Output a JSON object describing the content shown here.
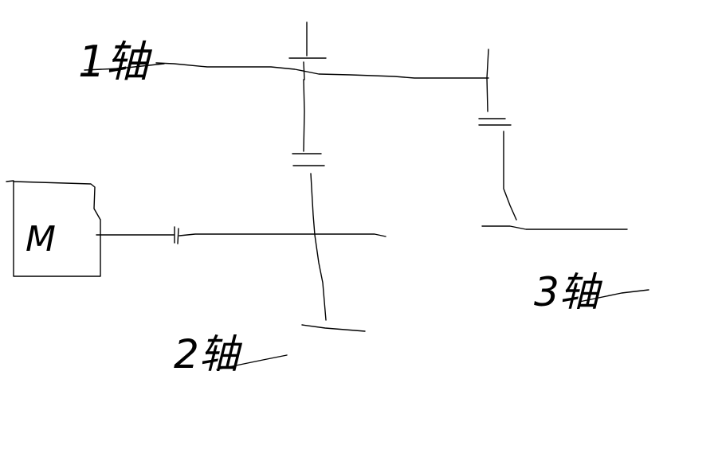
{
  "diagram": {
    "motor_label": "M",
    "shaft1_label": "1轴",
    "shaft2_label": "2轴",
    "shaft3_label": "3轴"
  },
  "colors": {
    "ink": "#000000",
    "background": "#ffffff"
  }
}
